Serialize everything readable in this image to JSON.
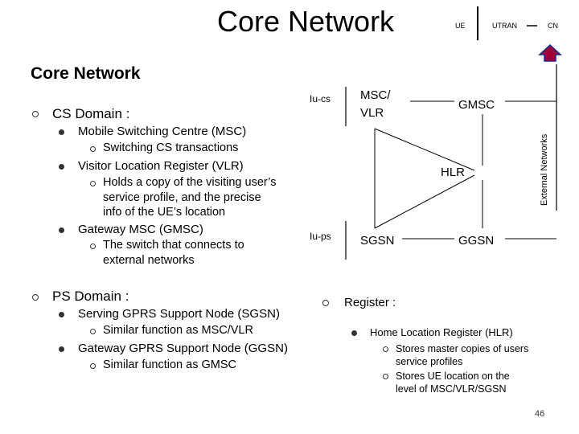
{
  "header": {
    "title": "Core Network",
    "nav": {
      "ue": "UE",
      "utran": "UTRAN",
      "cn": "CN"
    }
  },
  "subtitle": "Core Network",
  "left": {
    "cs_domain": {
      "label": "CS Domain :",
      "msc": "Mobile Switching Centre (MSC)",
      "msc_sub": "Switching CS transactions",
      "vlr": "Visitor Location Register (VLR)",
      "vlr_sub_1": "Holds a copy of the visiting user’s",
      "vlr_sub_2": "service profile, and the precise",
      "vlr_sub_3": "info of the UE’s location",
      "gmsc": "Gateway MSC (GMSC)",
      "gmsc_sub_1": "The switch that connects to",
      "gmsc_sub_2": "external networks"
    },
    "ps_domain": {
      "label": "PS Domain :",
      "sgsn": "Serving GPRS Support Node (SGSN)",
      "sgsn_sub": "Similar function as MSC/VLR",
      "ggsn": "Gateway GPRS Support Node (GGSN)",
      "ggsn_sub": "Similar function as GMSC"
    }
  },
  "diagram": {
    "iu_cs": "Iu-cs",
    "iu_ps": "Iu-ps",
    "msc_vlr_1": "MSC/",
    "msc_vlr_2": "VLR",
    "gmsc": "GMSC",
    "hlr": "HLR",
    "sgsn": "SGSN",
    "ggsn": "GGSN",
    "external": "External Networks"
  },
  "register": {
    "label": "Register :",
    "hlr": "Home Location Register (HLR)",
    "sub1_1": "Stores master copies of users",
    "sub1_2": "service profiles",
    "sub2_1": "Stores UE location on the",
    "sub2_2": "level of MSC/VLR/SGSN"
  },
  "page_number": "46",
  "colors": {
    "nav_arrow": "#a0003a",
    "lines": "#000000"
  }
}
